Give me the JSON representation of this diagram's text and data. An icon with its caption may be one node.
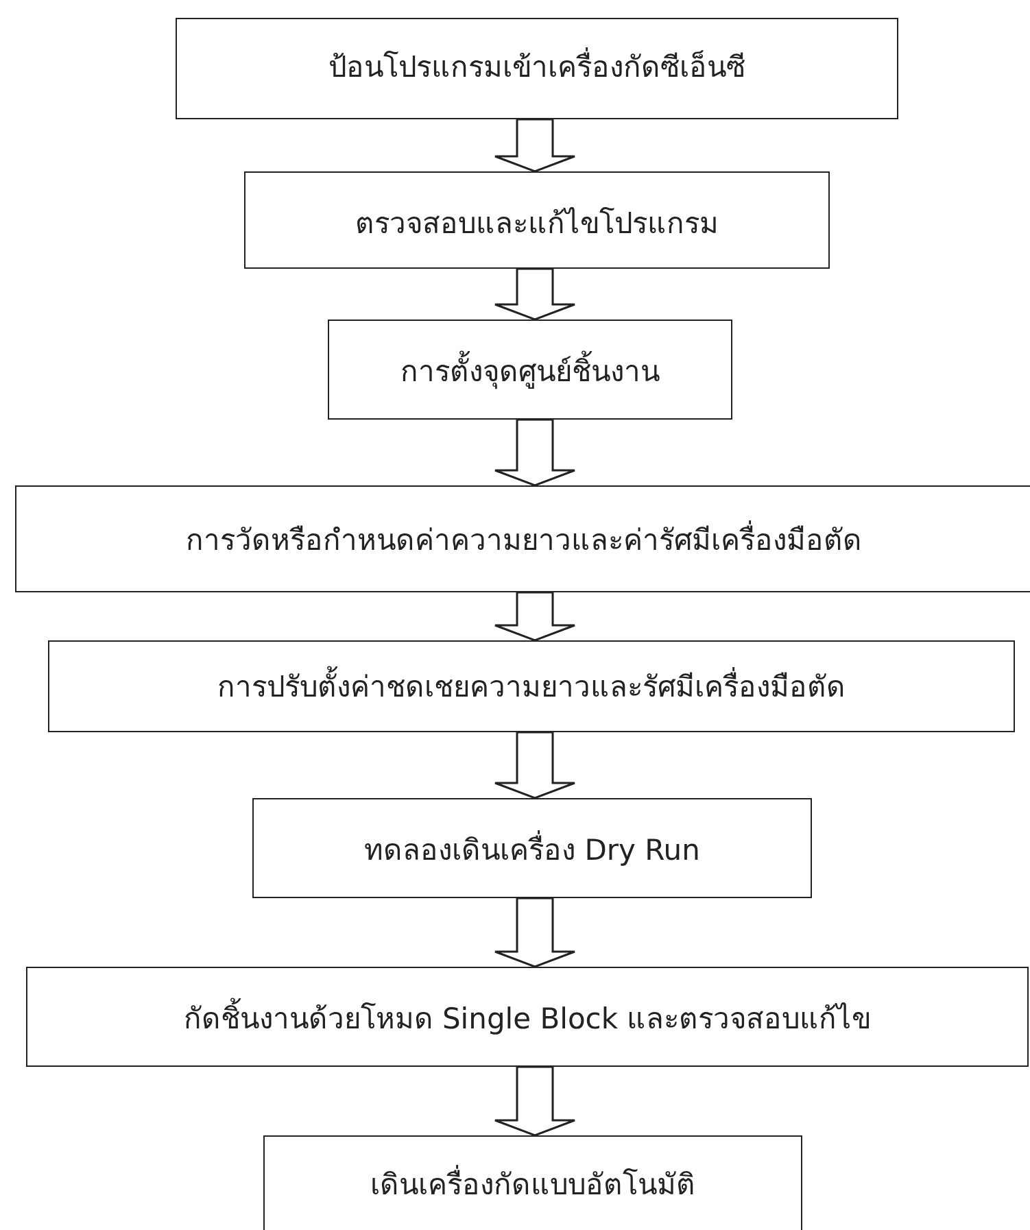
{
  "diagram": {
    "nodes": [
      {
        "text": [
          "ป้อนโปรแกรมเข้าเครื่องกัดซีเอ็นซี"
        ]
      },
      {
        "text": [
          "ตรวจสอบและแก้ไขโปรแกรม"
        ]
      },
      {
        "text": [
          "การตั้งจุดศูนย์ชิ้นงาน"
        ]
      },
      {
        "text": [
          "การวัดหรือกำหนดค่าความยาวและค่ารัศมีเครื่องมือตัด"
        ]
      },
      {
        "text": [
          "การปรับตั้งค่าชดเชยความยาวและรัศมีเครื่องมือตัด"
        ]
      },
      {
        "text": [
          "ทดลองเดินเครื่อง Dry Run"
        ]
      },
      {
        "text": [
          "กัดชิ้นงานด้วยโหมด Single Block และตรวจสอบแก้ไข"
        ]
      },
      {
        "text": [
          "เดินเครื่องกัดแบบอัตโนมัติ"
        ]
      }
    ],
    "edges": [
      {
        "from": 0,
        "to": 1,
        "arrow": "to"
      },
      {
        "from": 1,
        "to": 2,
        "arrow": "to"
      },
      {
        "from": 2,
        "to": 3,
        "arrow": "to"
      },
      {
        "from": 3,
        "to": 4,
        "arrow": "to"
      },
      {
        "from": 4,
        "to": 5,
        "arrow": "to"
      },
      {
        "from": 5,
        "to": 6,
        "arrow": "to"
      },
      {
        "from": 6,
        "to": 7,
        "arrow": "to"
      }
    ]
  }
}
